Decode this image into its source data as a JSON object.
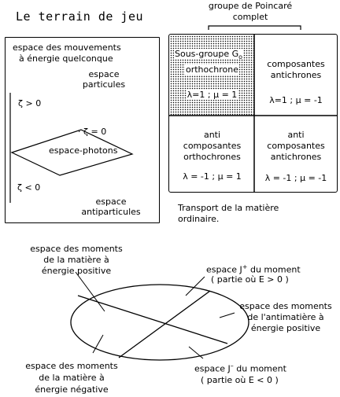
{
  "title": "Le terrain de jeu",
  "poincare": {
    "label": [
      "groupe de Poincaré",
      "complet"
    ],
    "cells": {
      "tl": {
        "lines": [
          "Sous-groupe G",
          "orthochrone"
        ],
        "sub": "o",
        "params": "λ=1 ;  μ = 1"
      },
      "tr": {
        "lines": [
          "composantes",
          "antichrones"
        ],
        "params": "λ=1 ;  μ = -1"
      },
      "bl": {
        "lines": [
          "anti",
          "composantes",
          "orthochrones"
        ],
        "params": "λ = -1 ;  μ = 1"
      },
      "br": {
        "lines": [
          "anti",
          "composantes",
          "antichrones"
        ],
        "params": "λ = -1 ;  μ = -1"
      }
    },
    "transport": [
      "Transport de la matière",
      "ordinaire."
    ]
  },
  "left_box": {
    "header": [
      "espace des mouvements",
      "à énergie quelconque"
    ],
    "particles": [
      "espace",
      "particules"
    ],
    "zeta_pos": "ζ > 0",
    "zeta_zero": "ζ = 0",
    "photons": "espace-photons",
    "zeta_neg": "ζ < 0",
    "antiparticles": [
      "espace",
      "antiparticules"
    ]
  },
  "ellipse": {
    "matter_pos": [
      "espace des moments",
      "de la matière à",
      "énergie positive"
    ],
    "jplus": [
      "espace J",
      "+",
      " du moment",
      "( partie où E > 0 )"
    ],
    "antimatter": [
      "espace des moments",
      "de l'antimatière à",
      "énergie positive"
    ],
    "matter_neg": [
      "espace des moments",
      "de la matière à",
      "énergie négative"
    ],
    "jminus": [
      "espace J",
      "–",
      " du moment",
      "( partie où E < 0 )"
    ]
  }
}
